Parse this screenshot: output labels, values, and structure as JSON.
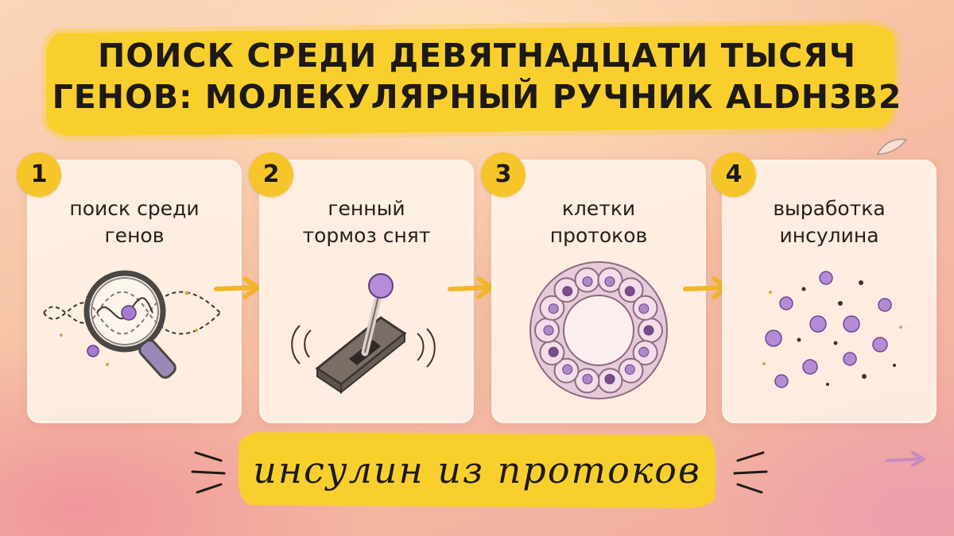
{
  "title": {
    "line1": "ПОИСК СРЕДИ ДЕВЯТНАДЦАТИ ТЫСЯЧ",
    "line2": "ГЕНОВ: МОЛЕКУЛЯРНЫЙ РУЧНИК ALDH3B2"
  },
  "steps": [
    {
      "number": "1",
      "label": "поиск среди\nгенов",
      "icon": "magnifier-dna-icon"
    },
    {
      "number": "2",
      "label": "генный\nтормоз снят",
      "icon": "lever-switch-icon"
    },
    {
      "number": "3",
      "label": "клетки\nпротоков",
      "icon": "duct-cell-ring-icon"
    },
    {
      "number": "4",
      "label": "выработка\nинсулина",
      "icon": "insulin-particles-icon"
    }
  ],
  "bottom_caption": "инсулин из протоков",
  "colors": {
    "accent_yellow": "#f9cf2e",
    "badge_yellow": "#f5c52a",
    "molecule_purple": "#a77ad0",
    "card_bg": "#fff4e8",
    "text_dark": "#1d1a16"
  }
}
